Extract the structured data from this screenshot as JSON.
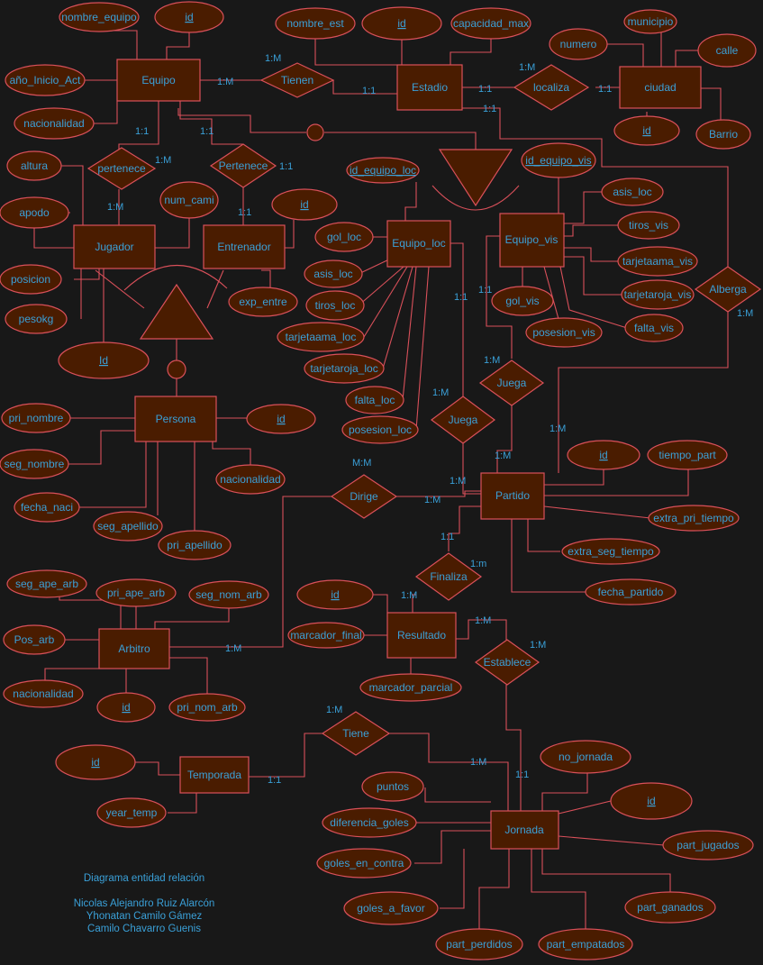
{
  "colors": {
    "background": "#181818",
    "fill": "#4a1c00",
    "stroke": "#d9505a",
    "text": "#3aa0d8"
  },
  "entities": {
    "equipo": "Equipo",
    "estadio": "Estadio",
    "ciudad": "ciudad",
    "jugador": "Jugador",
    "entrenador": "Entrenador",
    "equipo_loc": "Equipo_loc",
    "equipo_vis": "Equipo_vis",
    "persona": "Persona",
    "partido": "Partido",
    "resultado": "Resultado",
    "arbitro": "Arbitro",
    "temporada": "Temporada",
    "jornada": "Jornada"
  },
  "relations": {
    "tienen": "Tienen",
    "localiza": "localiza",
    "pertenece1": "pertenece",
    "pertenece2": "Pertenece",
    "alberga": "Alberga",
    "juega1": "Juega",
    "juega2": "Juega",
    "dirige": "Dirige",
    "finaliza": "Finaliza",
    "establece": "Establece",
    "tiene": "Tiene"
  },
  "attributes": {
    "nombre_equipo": "nombre_equipo",
    "equipo_id": "id",
    "ano_inicio": "año_Inicio_Act",
    "nacionalidad_eq": "nacionalidad",
    "nombre_est": "nombre_est",
    "estadio_id": "id",
    "capacidad_max": "capacidad_max",
    "municipio": "municipio",
    "numero": "numero",
    "calle": "calle",
    "ciudad_id": "id",
    "barrio": "Barrio",
    "altura": "altura",
    "apodo": "apodo",
    "posicion": "posicion",
    "pesokg": "pesokg",
    "num_cami": "num_cami",
    "jugador_id": "Id",
    "entrenador_id": "id",
    "exp_entre": "exp_entre",
    "id_equipo_loc": "id_equipo_loc",
    "gol_loc": "gol_loc",
    "asis_loc": "asis_loc",
    "tiros_loc": "tiros_loc",
    "tarjetaama_loc": "tarjetaama_loc",
    "tarjetaroja_loc": "tarjetaroja_loc",
    "falta_loc": "falta_loc",
    "posesion_loc": "posesion_loc",
    "id_equipo_vis": "id_equipo_vis",
    "asis_vis": "asis_loc",
    "tiros_vis": "tiros_vis",
    "tarjetaama_vis": "tarjetaama_vis",
    "tarjetaroja_vis": "tarjetaroja_vis",
    "gol_vis": "gol_vis",
    "posesion_vis": "posesion_vis",
    "falta_vis": "falta_vis",
    "pri_nombre": "pri_nombre",
    "seg_nombre": "seg_nombre",
    "fecha_naci": "fecha_naci",
    "seg_apellido": "seg_apellido",
    "pri_apellido": "pri_apellido",
    "persona_id": "id",
    "nacionalidad_per": "nacionalidad",
    "partido_id": "id",
    "tiempo_part": "tiempo_part",
    "extra_pri_tiempo": "extra_pri_tiempo",
    "extra_seg_tiempo": "extra_seg_tiempo",
    "fecha_partido": "fecha_partido",
    "resultado_id": "id",
    "marcador_final": "marcador_final",
    "marcador_parcial": "marcador_parcial",
    "seg_ape_arb": "seg_ape_arb",
    "pri_ape_arb": "pri_ape_arb",
    "seg_nom_arb": "seg_nom_arb",
    "pos_arb": "Pos_arb",
    "nacionalidad_arb": "nacionalidad",
    "arbitro_id": "id",
    "pri_nom_arb": "pri_nom_arb",
    "temporada_id": "id",
    "year_temp": "year_temp",
    "no_jornada": "no_jornada",
    "puntos": "puntos",
    "jornada_id": "id",
    "diferencia_goles": "diferencia_goles",
    "part_jugados": "part_jugados",
    "goles_en_contra": "goles_en_contra",
    "goles_a_favor": "goles_a_favor",
    "part_ganados": "part_ganados",
    "part_perdidos": "part_perdidos",
    "part_empatados": "part_empatados"
  },
  "cardinalities": {
    "c1": "1:M",
    "c2": "1:M",
    "c3": "1:1",
    "c4": "1:M",
    "c5": "1:1",
    "c6": "1:1",
    "c7": "1:1",
    "c8": "1:M",
    "c9": "1:1",
    "c10": "1:M",
    "c11": "1:1",
    "c12": "1:1",
    "c13": "1:1",
    "c14": "1:M",
    "c15": "1:1",
    "c16": "1:M",
    "c17": "1:M",
    "c18": "1:M",
    "c19": "1:M",
    "c20": "1:M",
    "c21": "M:M",
    "c22": "1:M",
    "c23": "1:1",
    "c24": "1:m",
    "c25": "1:M",
    "c26": "1:M",
    "c27": "1:M",
    "c28": "1:M",
    "c29": "1:M",
    "c30": "1:M",
    "c31": "1:1",
    "c32": "1:1",
    "c33": "1:M"
  },
  "credits": {
    "title": "Diagrama entidad relación",
    "author1": "Nicolas Alejandro Ruiz Alarcón",
    "author2": "Yhonatan Camilo Gámez",
    "author3": "Camilo Chavarro Guenis"
  }
}
